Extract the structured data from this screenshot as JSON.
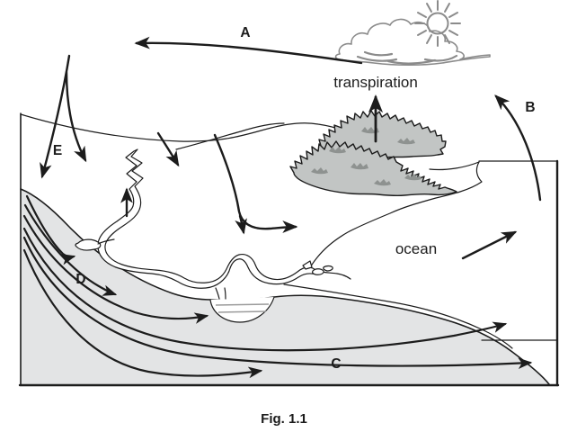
{
  "figure": {
    "caption": "Fig. 1.1",
    "labels": {
      "a": "A",
      "b": "B",
      "c": "C",
      "d": "D",
      "e": "E"
    },
    "annotations": {
      "transpiration": "transpiration",
      "ocean": "ocean"
    },
    "colors": {
      "line": "#1c1c1c",
      "ground": "#e3e4e5",
      "forest": "#c2c5c4",
      "forest_detail": "#8e9290",
      "cloud": "#8b8b8b",
      "water_lines": "#9b9b9b"
    }
  }
}
